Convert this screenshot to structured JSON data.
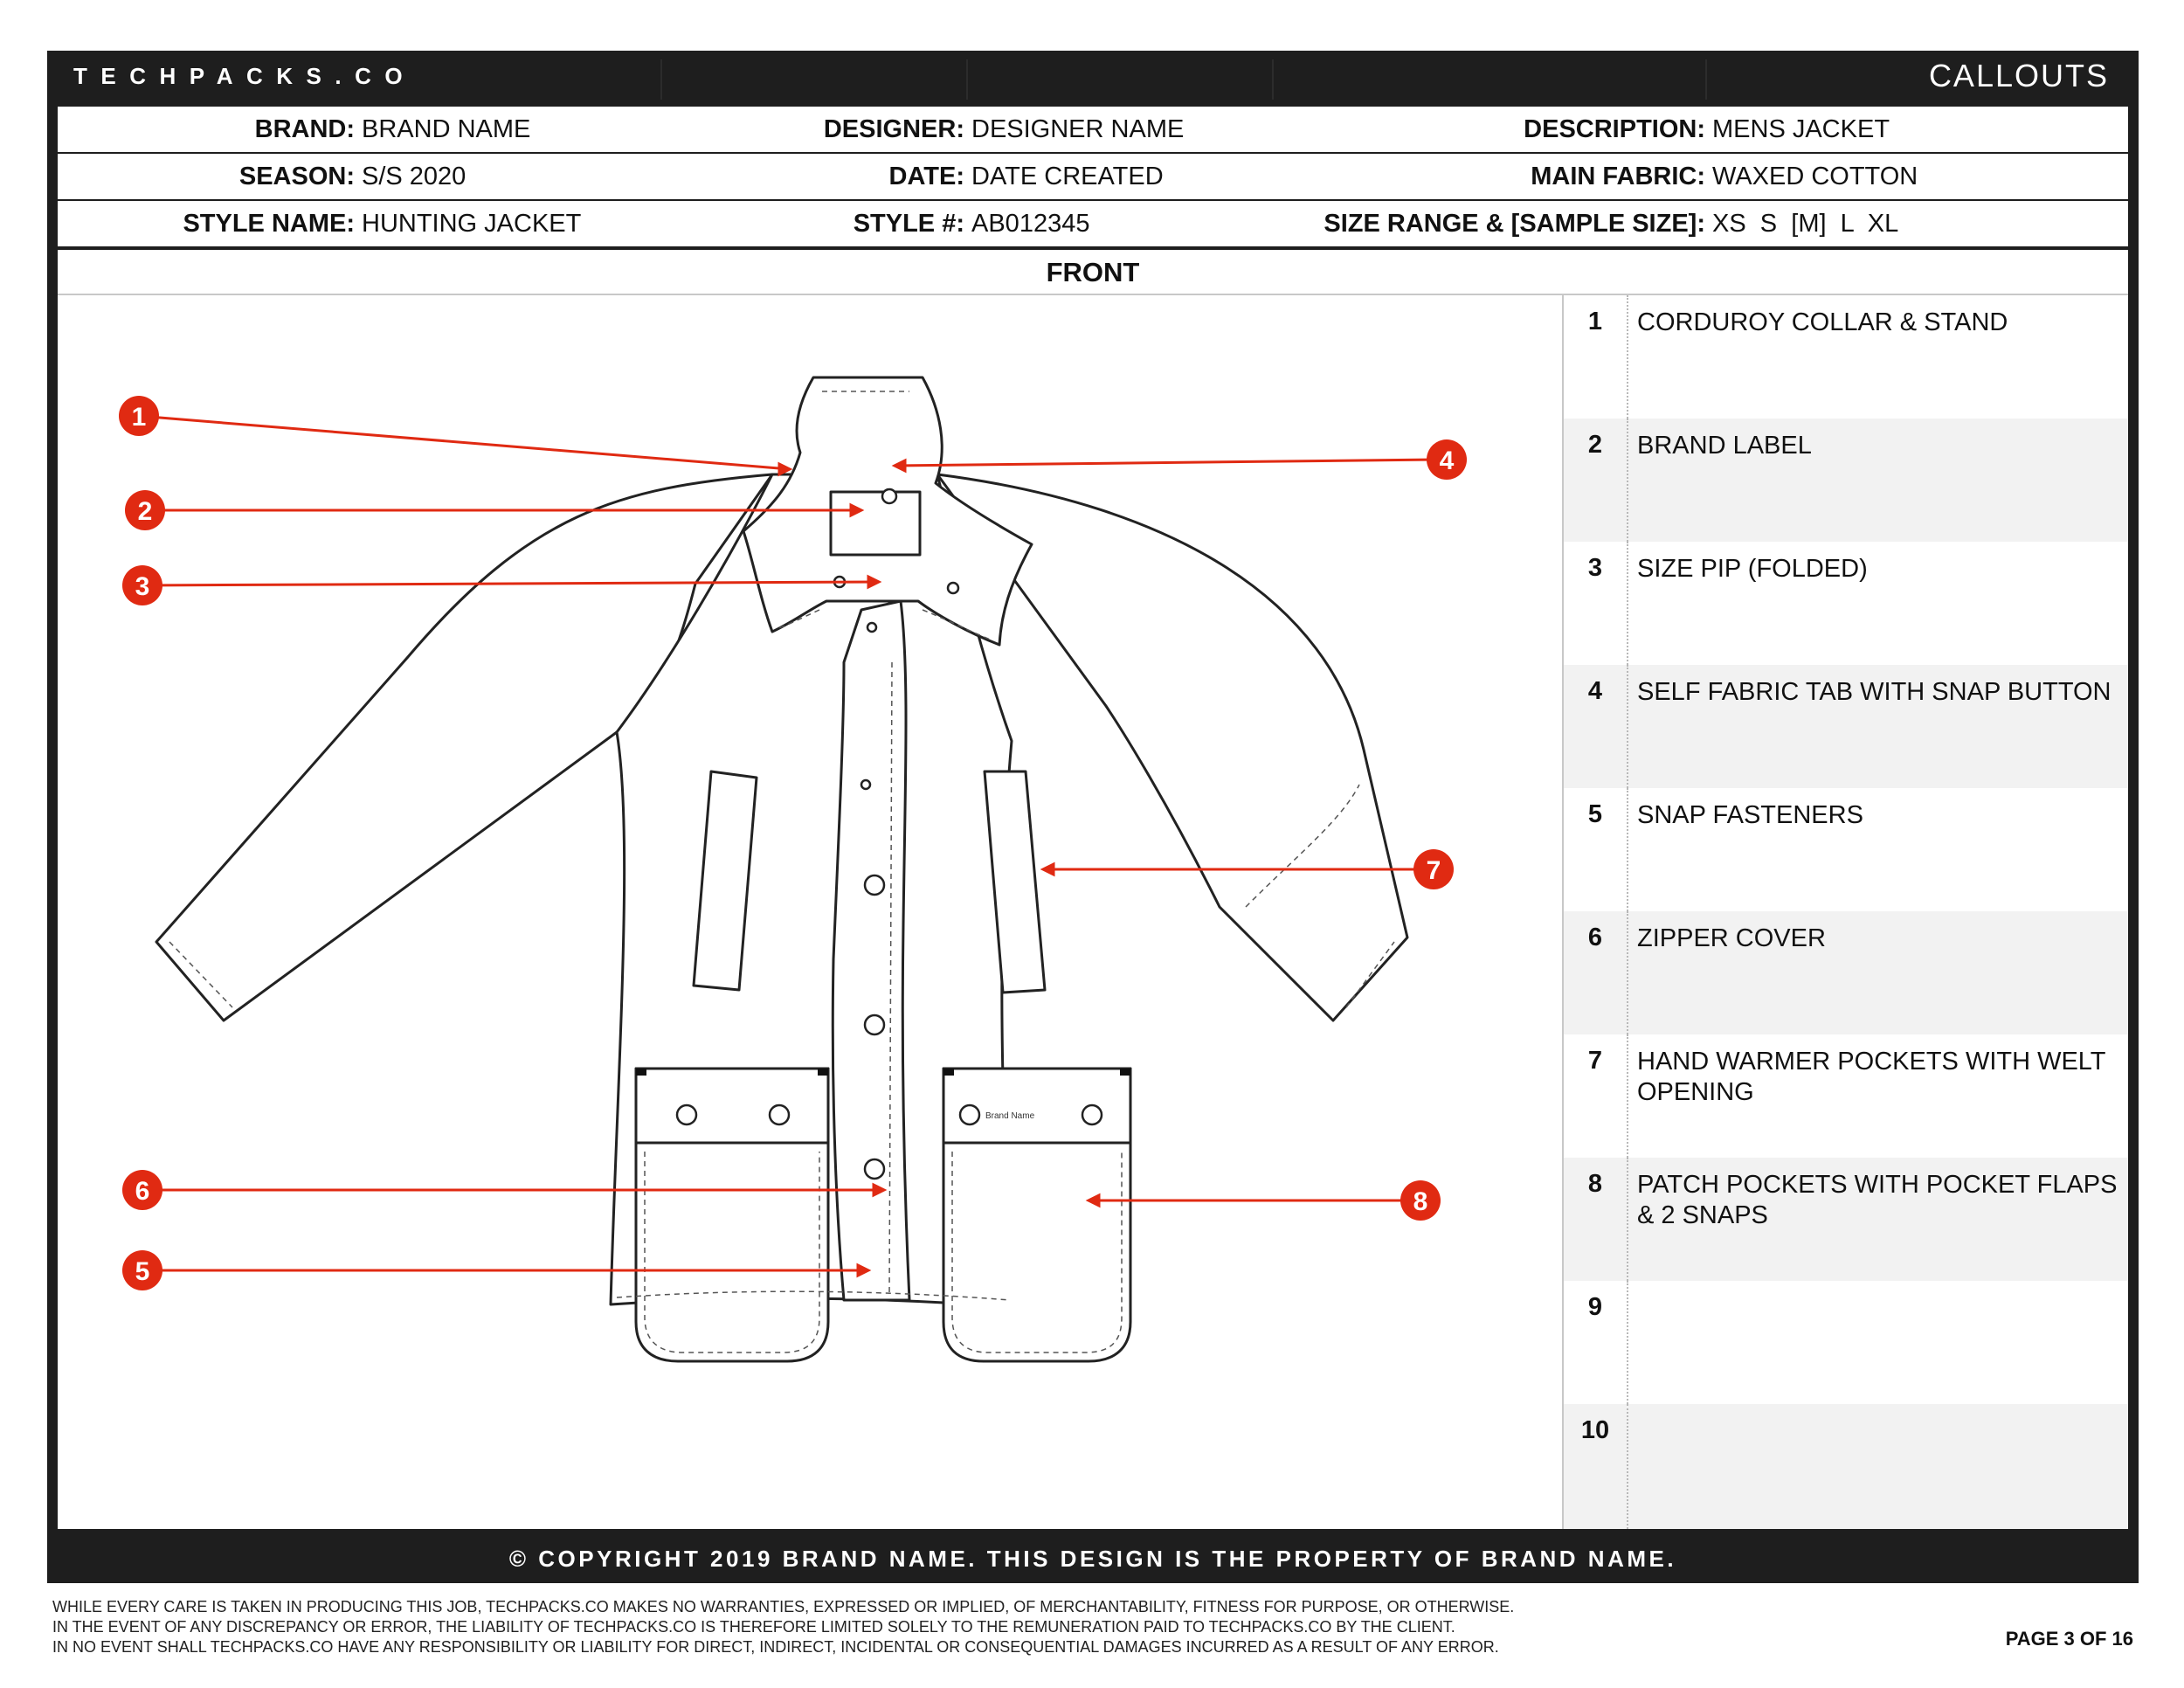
{
  "header": {
    "logo": "TECHPACKS.CO",
    "section_title": "CALLOUTS"
  },
  "info": {
    "brand_label": "BRAND:",
    "brand_value": "BRAND NAME",
    "designer_label": "DESIGNER:",
    "designer_value": "DESIGNER NAME",
    "description_label": "DESCRIPTION:",
    "description_value": "MENS JACKET",
    "season_label": "SEASON:",
    "season_value": "S/S 2020",
    "date_label": "DATE:",
    "date_value": "DATE CREATED",
    "fabric_label": "MAIN FABRIC:",
    "fabric_value": "WAXED COTTON",
    "style_name_label": "STYLE NAME:",
    "style_name_value": "HUNTING JACKET",
    "style_no_label": "STYLE #:",
    "style_no_value": "AB012345",
    "size_label": "SIZE RANGE & [SAMPLE SIZE]:",
    "size_value": "XS  S  [M]  L  XL"
  },
  "view": {
    "title": "FRONT",
    "pocket_label_text": "Brand Name"
  },
  "callouts": [
    {
      "num": "1",
      "text": "CORDUROY COLLAR & STAND"
    },
    {
      "num": "2",
      "text": "BRAND LABEL"
    },
    {
      "num": "3",
      "text": "SIZE PIP (FOLDED)"
    },
    {
      "num": "4",
      "text": "SELF FABRIC TAB WITH SNAP BUTTON"
    },
    {
      "num": "5",
      "text": "SNAP FASTENERS"
    },
    {
      "num": "6",
      "text": "ZIPPER COVER"
    },
    {
      "num": "7",
      "text": "HAND WARMER POCKETS WITH WELT OPENING"
    },
    {
      "num": "8",
      "text": "PATCH POCKETS WITH POCKET FLAPS & 2 SNAPS"
    },
    {
      "num": "9",
      "text": ""
    },
    {
      "num": "10",
      "text": ""
    }
  ],
  "footer": {
    "copyright": "© COPYRIGHT 2019 BRAND NAME.  THIS DESIGN IS THE PROPERTY OF BRAND NAME.",
    "disclaimer": [
      "WHILE EVERY CARE IS TAKEN IN PRODUCING THIS JOB, TECHPACKS.CO MAKES NO WARRANTIES, EXPRESSED OR IMPLIED, OF MERCHANTABILITY, FITNESS FOR PURPOSE, OR OTHERWISE.",
      "IN THE EVENT OF ANY DISCREPANCY OR ERROR, THE LIABILITY OF TECHPACKS.CO IS THEREFORE LIMITED SOLELY TO THE REMUNERATION PAID TO TECHPACKS.CO BY THE CLIENT.",
      "IN NO EVENT SHALL TECHPACKS.CO HAVE ANY RESPONSIBILITY OR LIABILITY FOR DIRECT, INDIRECT, INCIDENTAL OR CONSEQUENTIAL DAMAGES INCURRED AS A RESULT OF ANY ERROR."
    ],
    "page": "PAGE 3 OF 16"
  },
  "colors": {
    "frame": "#1e1e1e",
    "callout_red": "#e02a12",
    "alt_row": "#f2f2f2"
  }
}
